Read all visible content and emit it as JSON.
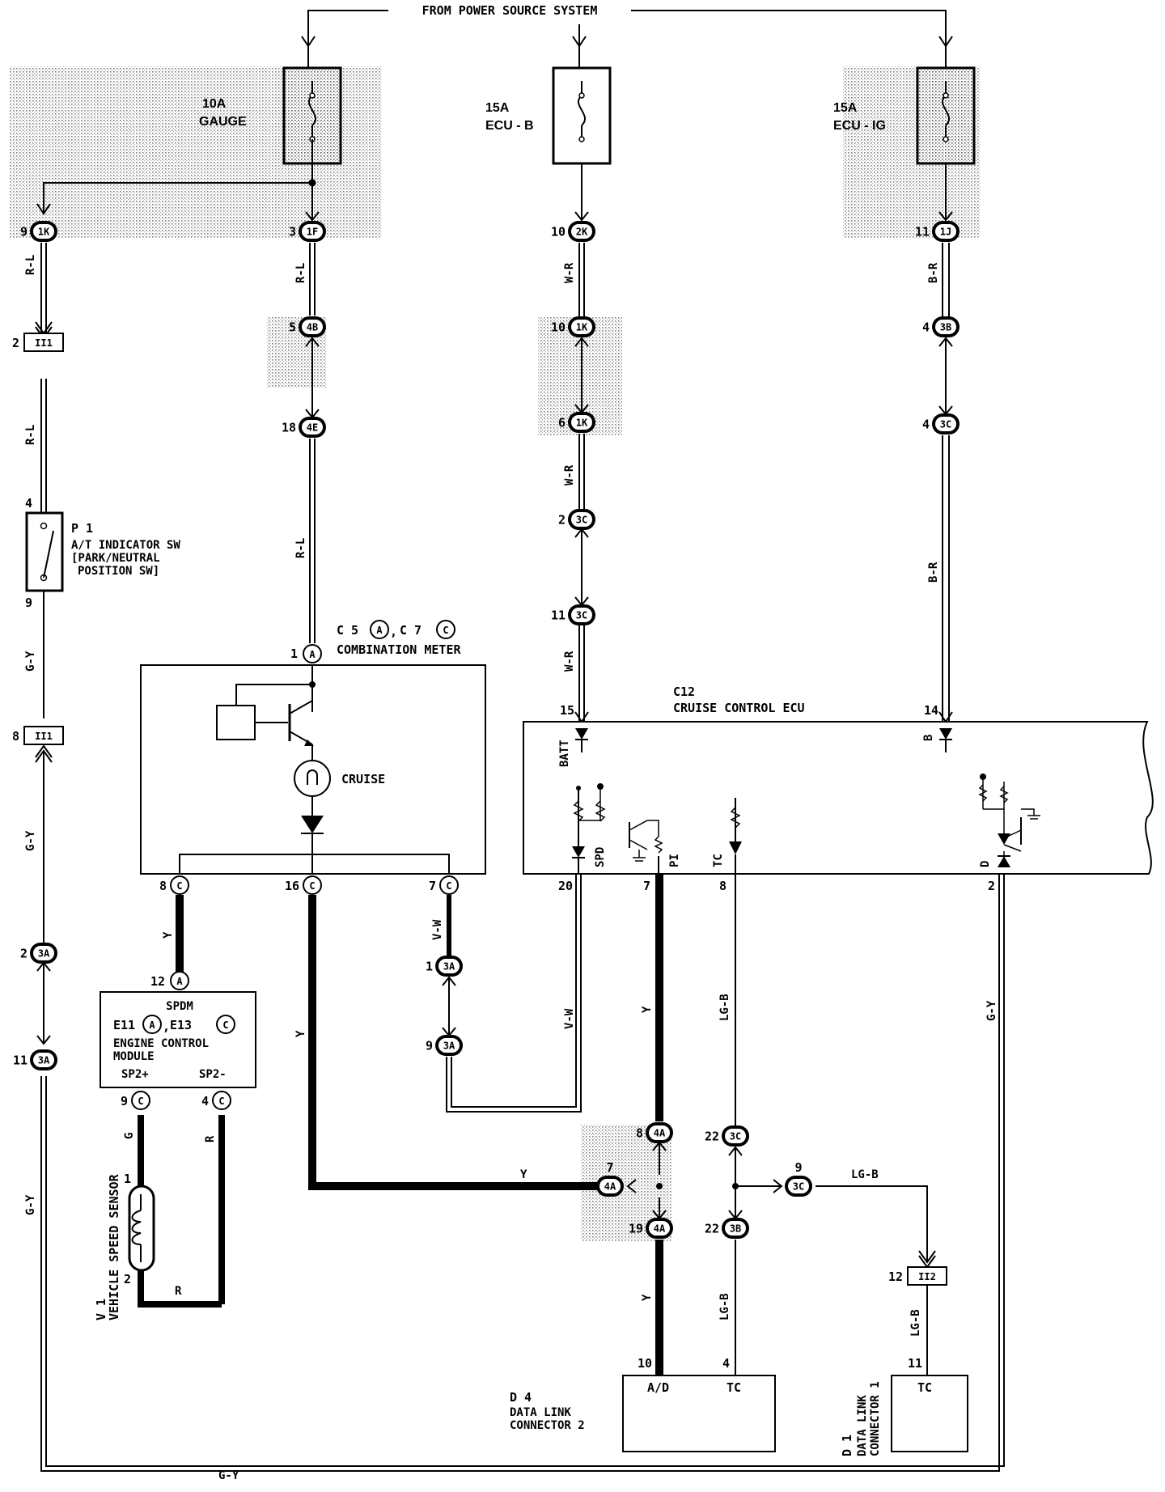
{
  "header": {
    "power_source": "FROM POWER SOURCE SYSTEM"
  },
  "fuses": [
    {
      "rating": "10A",
      "name": "GAUGE"
    },
    {
      "rating": "15A",
      "name": "ECU - B"
    },
    {
      "rating": "15A",
      "name": "ECU - IG"
    }
  ],
  "connectors": {
    "c_1k_9": {
      "pin": "9",
      "code": "1K"
    },
    "c_1f_3": {
      "pin": "3",
      "code": "1F"
    },
    "c_2k_10": {
      "pin": "10",
      "code": "2K"
    },
    "c_1j_11": {
      "pin": "11",
      "code": "1J"
    },
    "c_4b_5": {
      "pin": "5",
      "code": "4B"
    },
    "c_1k_10": {
      "pin": "10",
      "code": "1K"
    },
    "c_3b_4": {
      "pin": "4",
      "code": "3B"
    },
    "c_4e_18": {
      "pin": "18",
      "code": "4E"
    },
    "c_1k_6": {
      "pin": "6",
      "code": "1K"
    },
    "c_3c_4": {
      "pin": "4",
      "code": "3C"
    },
    "c_3c_2": {
      "pin": "2",
      "code": "3C"
    },
    "c_3c_11": {
      "pin": "11",
      "code": "3C"
    },
    "c_3a_2": {
      "pin": "2",
      "code": "3A"
    },
    "c_3a_11": {
      "pin": "11",
      "code": "3A"
    },
    "c_3a_1": {
      "pin": "1",
      "code": "3A"
    },
    "c_3a_9": {
      "pin": "9",
      "code": "3A"
    },
    "c_4a_8": {
      "pin": "8",
      "code": "4A"
    },
    "c_4a_7": {
      "pin": "7",
      "code": "4A"
    },
    "c_4a_19": {
      "pin": "19",
      "code": "4A"
    },
    "c_3c_22": {
      "pin": "22",
      "code": "3C"
    },
    "c_3b_22": {
      "pin": "22",
      "code": "3B"
    },
    "c_3c_9": {
      "pin": "9",
      "code": "3C"
    }
  },
  "junctions": {
    "ii1_a": {
      "pin": "2",
      "code": "II1"
    },
    "ii1_b": {
      "pin": "8",
      "code": "II1"
    },
    "ii2": {
      "pin": "12",
      "code": "II2"
    }
  },
  "wires": {
    "rl_1": "R-L",
    "rl_2": "R-L",
    "rl_3": "R-L",
    "rl_4": "R-L",
    "wr_1": "W-R",
    "wr_2": "W-R",
    "wr_3": "W-R",
    "br_1": "B-R",
    "br_2": "B-R",
    "gy_1": "G-Y",
    "gy_2": "G-Y",
    "gy_3": "G-Y",
    "gy_4": "G-Y",
    "gy_5": "G-Y",
    "y_1": "Y",
    "y_2": "Y",
    "y_3": "Y",
    "y_4": "Y",
    "y_5": "Y",
    "vw_1": "V-W",
    "vw_2": "V-W",
    "lgb_1": "LG-B",
    "lgb_2": "LG-B",
    "lgb_3": "LG-B",
    "lgb_4": "LG-B",
    "g": "G",
    "r_1": "R",
    "r_2": "R"
  },
  "pins": {
    "p1_top": "4",
    "p1_bot": "9",
    "meter_1": "1",
    "meter_8": "8",
    "meter_16": "16",
    "meter_7": "7",
    "ecu_15": "15",
    "ecu_14": "14",
    "ecu_20": "20",
    "ecu_7": "7",
    "ecu_8": "8",
    "ecu_2": "2",
    "ecm_12": "12",
    "ecm_9": "9",
    "ecm_4": "4",
    "vss_1": "1",
    "vss_2": "2",
    "d4_10": "10",
    "d4_4": "4",
    "d1_11": "11"
  },
  "components": {
    "p1": {
      "id": "P 1",
      "line1": "A/T INDICATOR SW",
      "line2": "[PARK/NEUTRAL",
      "line3": "POSITION SW]"
    },
    "meter": {
      "id_a": "C 5",
      "badge_a": "A",
      "id_c": "C 7",
      "badge_c": "C",
      "sep": ",",
      "name": "COMBINATION METER",
      "pin_1_badge": "A",
      "pin_8_badge": "C",
      "pin_16_badge": "C",
      "pin_7_badge": "C",
      "lamp": "CRUISE"
    },
    "ecu": {
      "id": "C12",
      "name": "CRUISE CONTROL ECU",
      "batt": "BATT",
      "b": "B",
      "spd": "SPD",
      "pi": "PI",
      "tc": "TC",
      "d": "D"
    },
    "ecm": {
      "spdm": "SPDM",
      "id_a": "E11",
      "badge_a": "A",
      "id_c": "E13",
      "badge_c": "C",
      "sep": ",",
      "line1": "ENGINE  CONTROL",
      "line2": "MODULE",
      "sp_plus": "SP2+",
      "sp_minus": "SP2-",
      "pin_12_badge": "A",
      "pin_9_badge": "C",
      "pin_4_badge": "C"
    },
    "vss": {
      "id": "V 1",
      "name": "VEHICLE SPEED SENSOR"
    },
    "d4": {
      "id": "D 4",
      "line1": "DATA LINK",
      "line2": "CONNECTOR 2",
      "pin_ad": "A/D",
      "pin_tc": "TC"
    },
    "d1": {
      "id": "D 1",
      "line1": "DATA LINK",
      "line2": "CONNECTOR 1",
      "pin_tc": "TC"
    }
  }
}
